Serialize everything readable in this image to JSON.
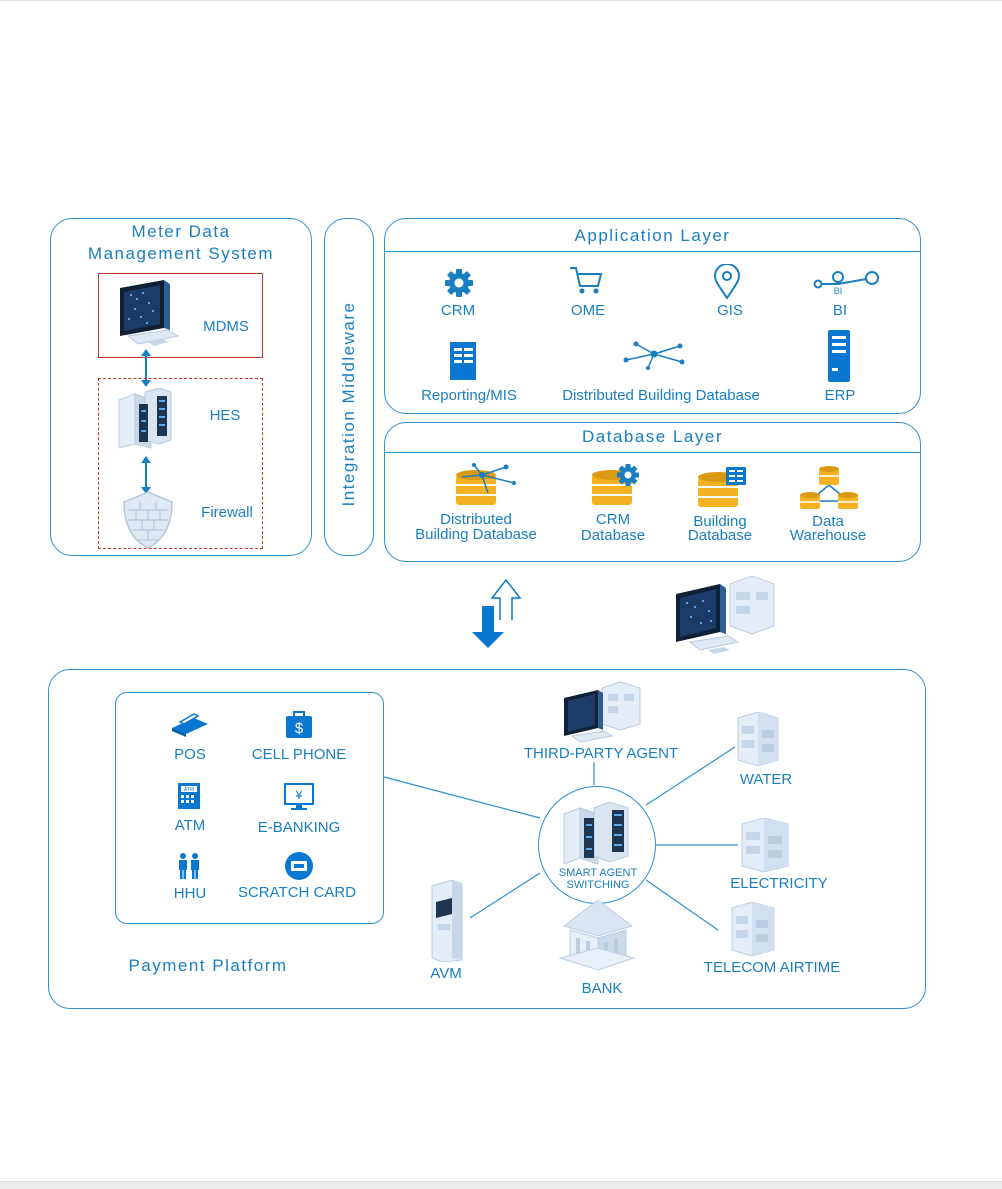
{
  "mdm": {
    "title_line1": "Meter Data",
    "title_line2": "Management System",
    "mdms": "MDMS",
    "hes": "HES",
    "firewall": "Firewall"
  },
  "middleware": {
    "label": "Integration Middleware"
  },
  "application_layer": {
    "title": "Application Layer",
    "items": [
      "CRM",
      "OME",
      "GIS",
      "BI",
      "Reporting/MIS",
      "Distributed Building Database",
      "ERP"
    ],
    "bi_icon_text": "BI"
  },
  "database_layer": {
    "title": "Database Layer",
    "items": [
      {
        "line1": "Distributed",
        "line2": "Building Database"
      },
      {
        "line1": "CRM",
        "line2": "Database"
      },
      {
        "line1": "Building",
        "line2": "Database"
      },
      {
        "line1": "Data",
        "line2": "Warehouse"
      }
    ]
  },
  "payment": {
    "title": "Payment Platform",
    "channels": [
      "POS",
      "CELL PHONE",
      "ATM",
      "E-BANKING",
      "HHU",
      "SCRATCH CARD"
    ],
    "hub_line1": "SMART  AGENT",
    "hub_line2": "SWITCHING",
    "third_party": "THIRD-PARTY AGENT",
    "water": "WATER",
    "electricity": "ELECTRICITY",
    "telecom": "TELECOM AIRTIME",
    "bank": "BANK",
    "avm": "AVM",
    "atm_icon_text": "ATM",
    "cellphone_icon_text": "$",
    "ebanking_icon_text": "¥"
  },
  "colors": {
    "primary": "#1a7fc1",
    "accent": "#0a78d1",
    "firewall_border": "#c0392b",
    "db_gold": "#f4b223"
  }
}
